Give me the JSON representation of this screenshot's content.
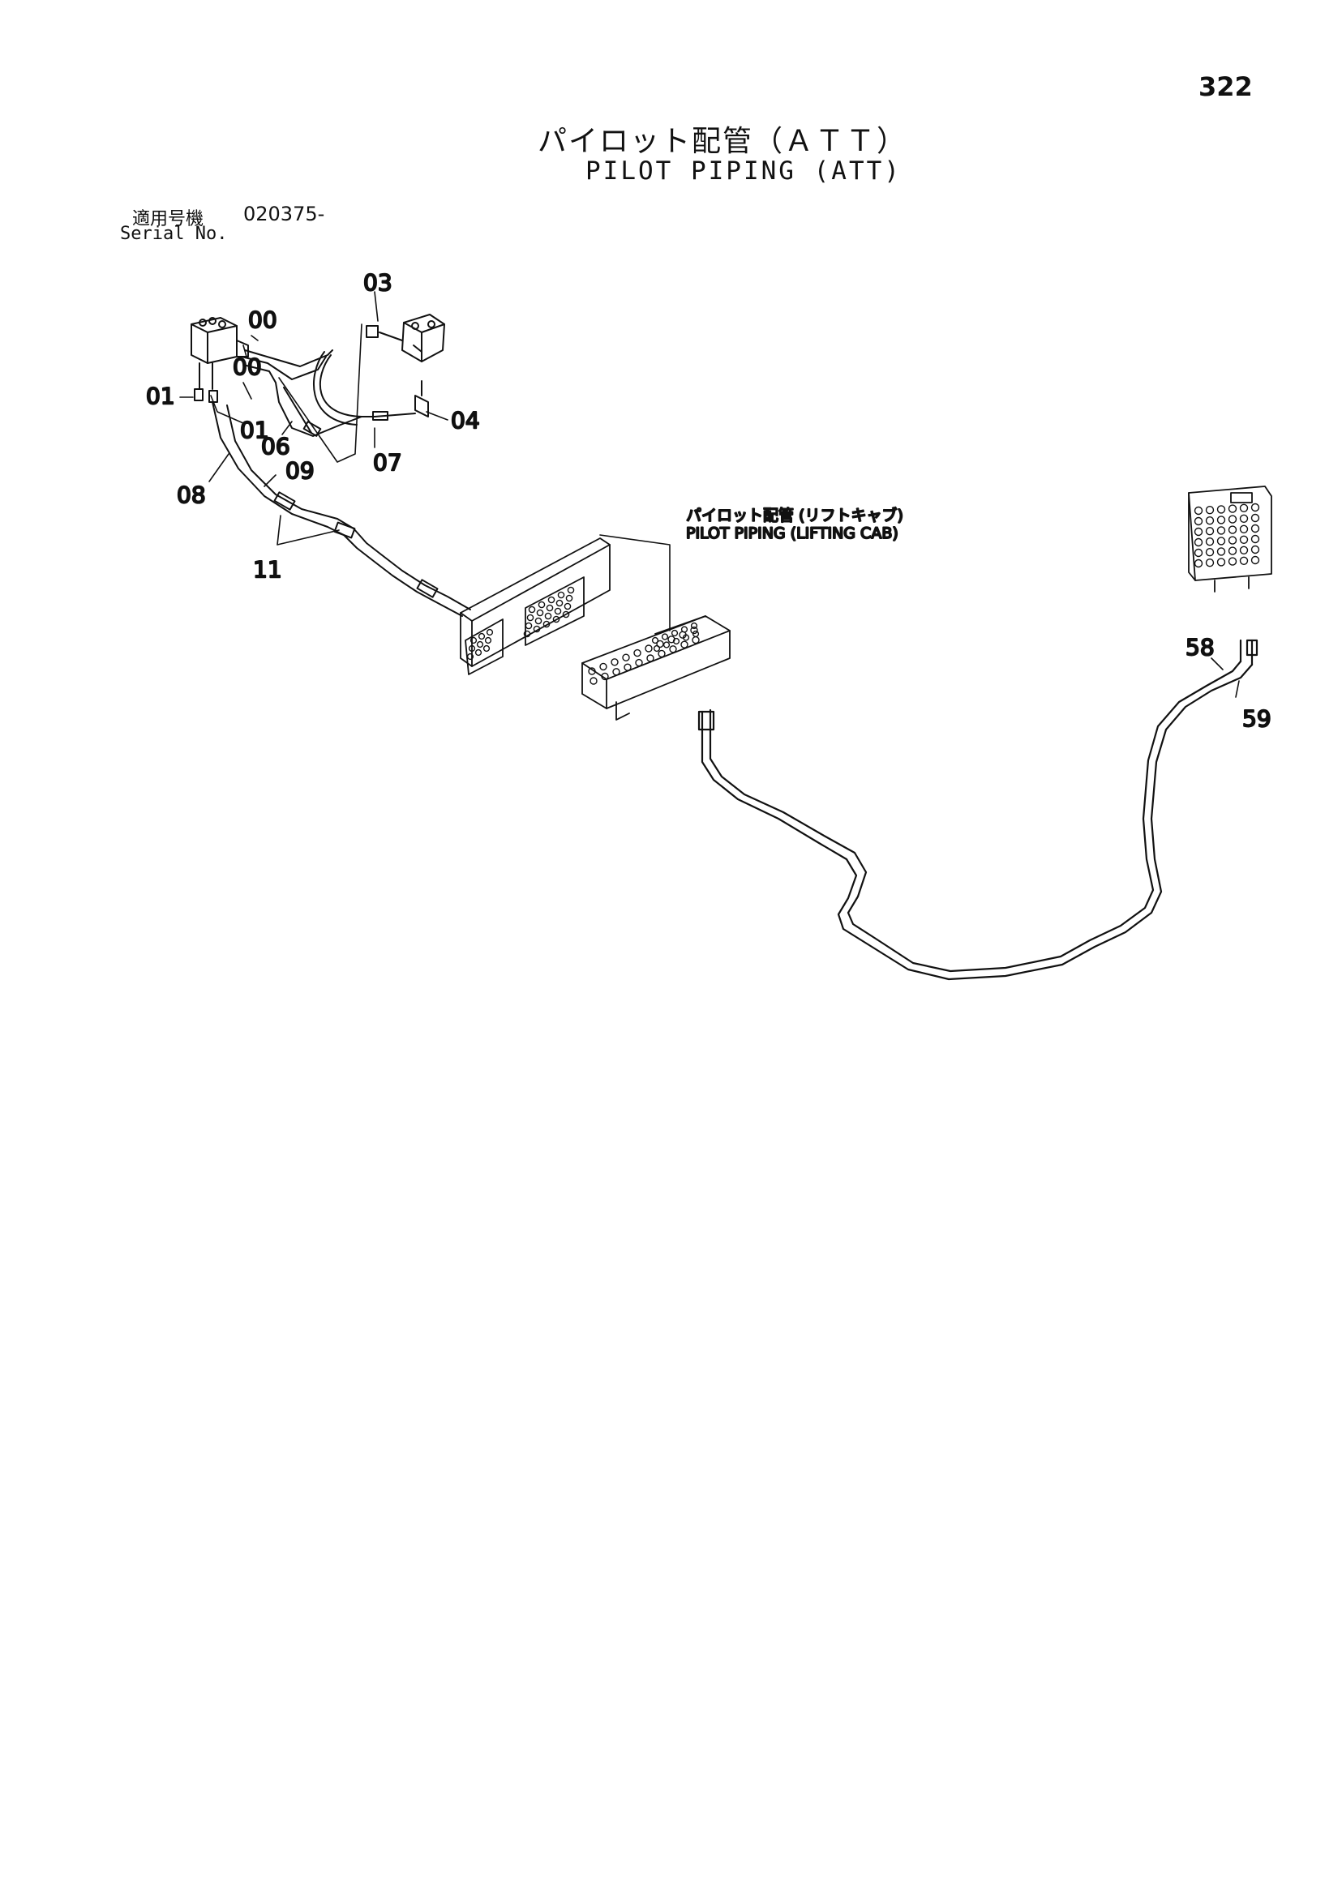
{
  "page_number": "322",
  "title_jp": "パイロット配管（ＡＴＴ）",
  "title_en": "PILOT PIPING (ATT)",
  "serial": {
    "label_jp": "適用号機",
    "label_en": "Serial No.",
    "value": "020375-"
  },
  "note": {
    "jp": "パイロット配管 (リフトキャブ)",
    "en": "PILOT PIPING (LIFTING CAB)"
  },
  "callouts": {
    "c00a": "00",
    "c00b": "00",
    "c01a": "01",
    "c01b": "01",
    "c03": "03",
    "c04": "04",
    "c06": "06",
    "c07": "07",
    "c08": "08",
    "c09": "09",
    "c11": "11",
    "c58": "58",
    "c59": "59"
  }
}
